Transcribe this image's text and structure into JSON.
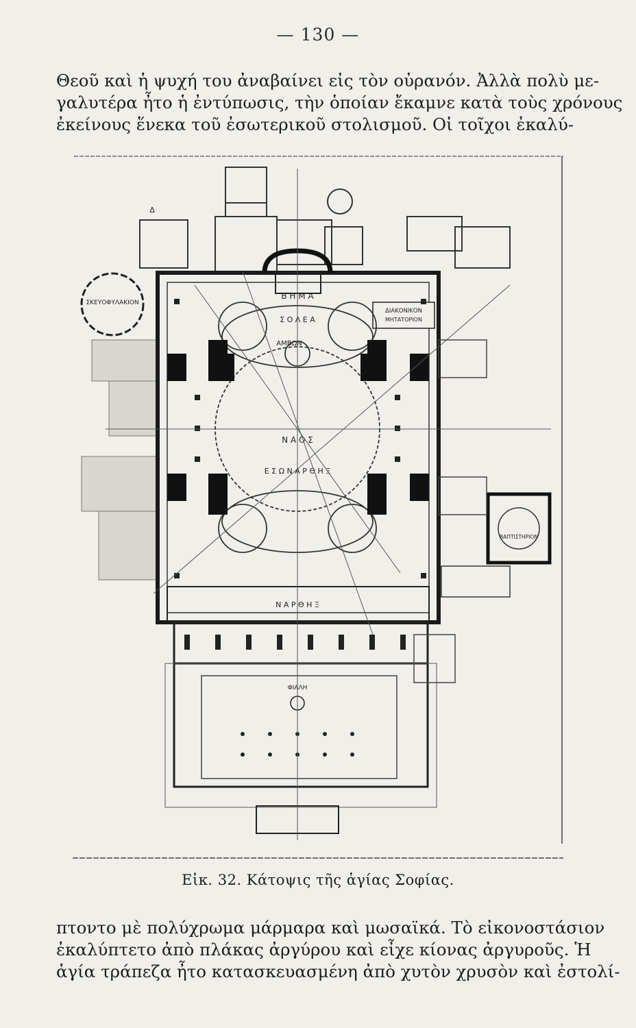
{
  "page": {
    "number": "— 130 —"
  },
  "top_text": {
    "lines": [
      "Θεοῦ καὶ ἡ ψυχή του ἀναβαίνει εἰς τὸν οὐρανόν. Ἀλλὰ πολὺ με-",
      "γαλυτέρα ἦτο ἡ ἐντύπωσις, τὴν ὁποίαν ἔκαμνε κατὰ τοὺς χρόνους",
      "ἐκείνους ἕνεκα τοῦ ἐσωτερικοῦ στολισμοῦ. Οἱ τοῖχοι ἐκαλύ-"
    ]
  },
  "figure": {
    "labels": {
      "skeuophylakion": "ΣΚΕΥΟΦΥΛΑΚΙΟΝ",
      "diakonikon_1": "ΔΙΑΚΟΝΙΚΟΝ",
      "diakonikon_2": "ΜΗΤΑΤΟΡΙΟΝ",
      "vima": "Β Η Μ Α",
      "ambon": "ΑΜΒΩΝ",
      "solea": "Σ Ο Λ Ε Α",
      "naos": "Ν Α Ο Σ",
      "narthex": "Ν Α Ρ Θ Η Ξ",
      "esonarthex": "Ε Σ Ω Ν Α Ρ Θ Η Ξ",
      "baptistirion": "ΒΑΠΤΙΣΤΗΡΙΟΝ",
      "fiali": "ΦΙΑΛΗ",
      "delta": "Δ"
    }
  },
  "caption": {
    "text": "Εἰκ. 32. Κάτοψις τῆς ἁγίας Σοφίας."
  },
  "bottom_text": {
    "lines": [
      "πτοντο μὲ πολύχρωμα μάρμαρα καὶ μωσαϊκά. Τὸ εἰκονοστάσιον",
      "ἐκαλύπτετο ἀπὸ πλάκας ἀργύρου καὶ εἶχε κίονας ἀργυροῦς. Ἡ",
      "ἁγία τράπεζα ἦτο κατασκευασμένη ἀπὸ χυτὸν χρυσὸν καὶ ἐστολί-"
    ]
  }
}
